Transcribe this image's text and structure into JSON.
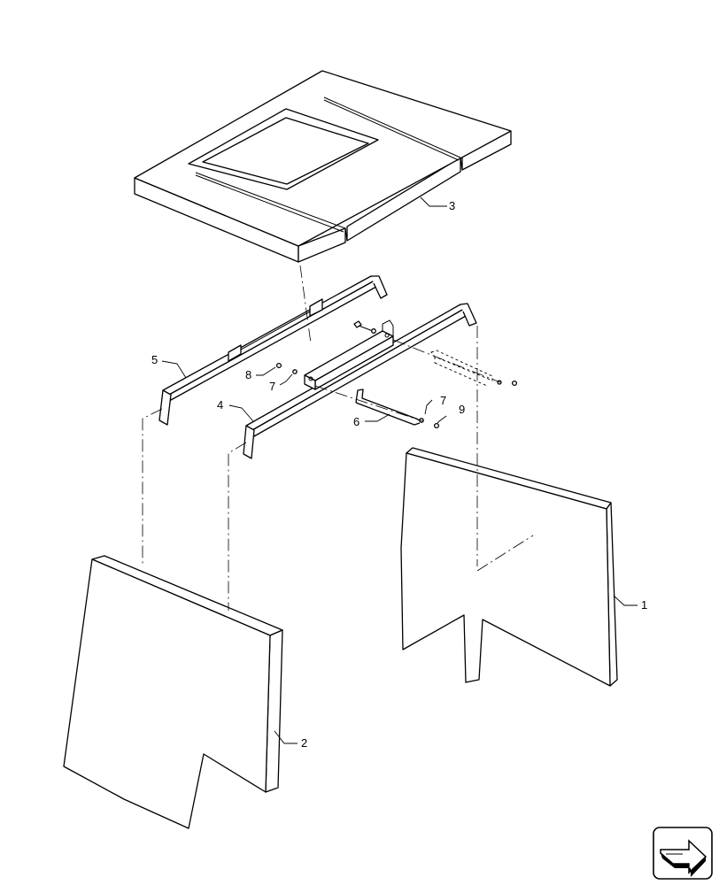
{
  "callouts": {
    "c1": "1",
    "c2": "2",
    "c3": "3",
    "c4": "4",
    "c5": "5",
    "c6": "6",
    "c7a": "7",
    "c7b": "7",
    "c8": "8",
    "c9": "9"
  },
  "nav_icon": "next-page-arrow-icon"
}
